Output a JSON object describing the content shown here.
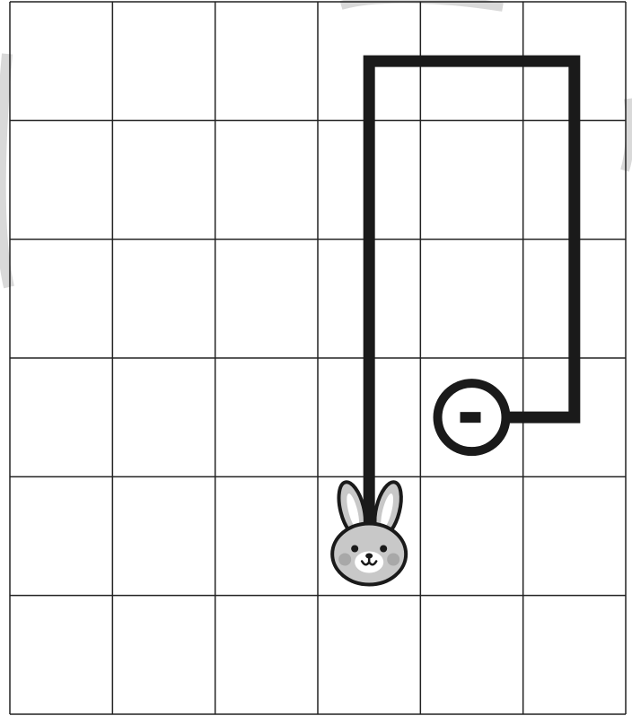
{
  "puzzle": {
    "grid": {
      "columns": 6,
      "rows": 6
    },
    "start": {
      "icon": "bunny-icon",
      "column": 4,
      "row": 5
    },
    "goal": {
      "icon": "target-circle-icon",
      "column": 5,
      "row": 4
    },
    "path": [
      [
        4,
        5
      ],
      [
        4,
        1
      ],
      [
        6,
        1
      ],
      [
        6,
        4
      ],
      [
        5,
        4
      ]
    ],
    "colors": {
      "grid_line": "#222222",
      "path": "#1a1a1a",
      "background": "#ffffff",
      "watermark": "#d9d9d9",
      "bunny_fill": "#c8c8c8",
      "bunny_outline": "#1a1a1a",
      "bunny_inner_ear": "#ffffff",
      "bunny_cheek": "#a8a8a8"
    }
  }
}
